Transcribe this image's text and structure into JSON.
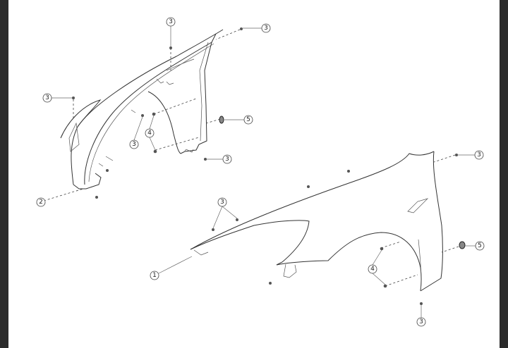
{
  "diagram": {
    "title_hidden": null,
    "callouts": {
      "c_top": "3",
      "c_topright": "3",
      "c_left": "3",
      "c_grommet_upper": "5",
      "c_nut_upper": "4",
      "c_clip_upper": "3",
      "c_bolt_upper": "3",
      "c_bracket": "2",
      "c_right_upper": "3",
      "c_pair": "3",
      "c_grommet_lower": "5",
      "c_fender": "1",
      "c_nut_lower": "4",
      "c_bottom": "3"
    },
    "colors": {
      "frame": "#2b2b2b",
      "line": "#333333",
      "background": "#ffffff"
    }
  }
}
